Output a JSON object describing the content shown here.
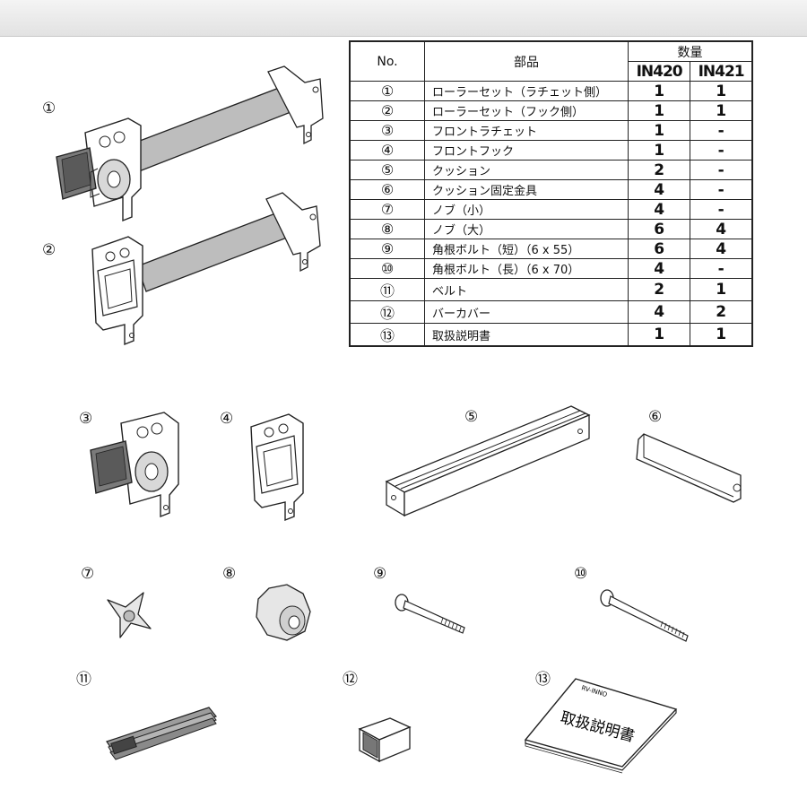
{
  "table": {
    "col_no": "No.",
    "col_part": "部品",
    "col_qty": "数量",
    "models": [
      "IN420",
      "IN421"
    ],
    "rows": [
      {
        "no": "①",
        "name": "ローラーセット（ラチェット側）",
        "q1": "1",
        "q2": "1"
      },
      {
        "no": "②",
        "name": "ローラーセット（フック側）",
        "q1": "1",
        "q2": "1"
      },
      {
        "no": "③",
        "name": "フロントラチェット",
        "q1": "1",
        "q2": "-"
      },
      {
        "no": "④",
        "name": "フロントフック",
        "q1": "1",
        "q2": "-"
      },
      {
        "no": "⑤",
        "name": "クッション",
        "q1": "2",
        "q2": "-"
      },
      {
        "no": "⑥",
        "name": "クッション固定金具",
        "q1": "4",
        "q2": "-"
      },
      {
        "no": "⑦",
        "name": "ノブ（小）",
        "q1": "4",
        "q2": "-"
      },
      {
        "no": "⑧",
        "name": "ノブ（大）",
        "q1": "6",
        "q2": "4"
      },
      {
        "no": "⑨",
        "name": "角根ボルト（短）（6 x 55）",
        "q1": "6",
        "q2": "4"
      },
      {
        "no": "⑩",
        "name": "角根ボルト（長）（6 x 70）",
        "q1": "4",
        "q2": "-"
      },
      {
        "no": "⑪",
        "name": "ベルト",
        "q1": "2",
        "q2": "1"
      },
      {
        "no": "⑫",
        "name": "バーカバー",
        "q1": "4",
        "q2": "2"
      },
      {
        "no": "⑬",
        "name": "取扱説明書",
        "q1": "1",
        "q2": "1"
      }
    ]
  },
  "labels": {
    "p1": "①",
    "p2": "②",
    "p3": "③",
    "p4": "④",
    "p5": "⑤",
    "p6": "⑥",
    "p7": "⑦",
    "p8": "⑧",
    "p9": "⑨",
    "p10": "⑩",
    "p11": "⑪",
    "p12": "⑫",
    "p13": "⑬"
  },
  "manual": {
    "brand": "RV-INNO",
    "title": "取扱説明書"
  }
}
